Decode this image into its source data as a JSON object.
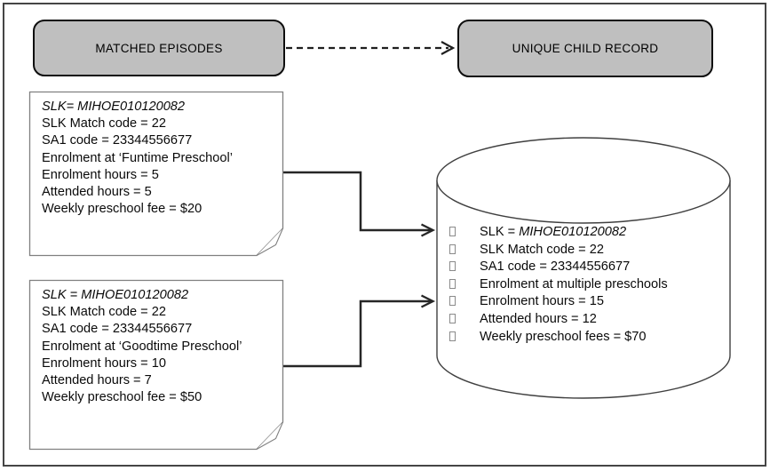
{
  "boxes": {
    "matched_episodes_label": "MATCHED EPISODES",
    "unique_child_record_label": "UNIQUE CHILD RECORD"
  },
  "notes": [
    {
      "lines": [
        "SLK= MIHOE010120082",
        "SLK Match code = 22",
        "SA1 code = 23344556677",
        "Enrolment at ‘Funtime Preschool’",
        "Enrolment hours = 5",
        "Attended hours = 5",
        "Weekly preschool fee = $20"
      ]
    },
    {
      "lines": [
        "SLK = MIHOE010120082",
        "SLK Match code = 22",
        "SA1 code = 23344556677",
        "Enrolment at ‘Goodtime Preschool’",
        "Enrolment hours = 10",
        "Attended hours = 7",
        "Weekly preschool fee = $50"
      ]
    }
  ],
  "cylinder": {
    "slk_prefix": "SLK = ",
    "slk_value": "MIHOE010120082",
    "items": [
      "SLK Match code = 22",
      "SA1 code = 23344556677",
      "Enrolment at multiple preschools",
      "Enrolment hours = 15",
      "Attended hours = 12",
      "Weekly preschool fees = $70"
    ]
  },
  "colors": {
    "box_fill": "#bfbfbf",
    "box_border": "#0d0d0d",
    "note_border": "#808080",
    "cylinder_stroke": "#404040",
    "connector": "#1f1f1f",
    "frame": "#454545"
  }
}
